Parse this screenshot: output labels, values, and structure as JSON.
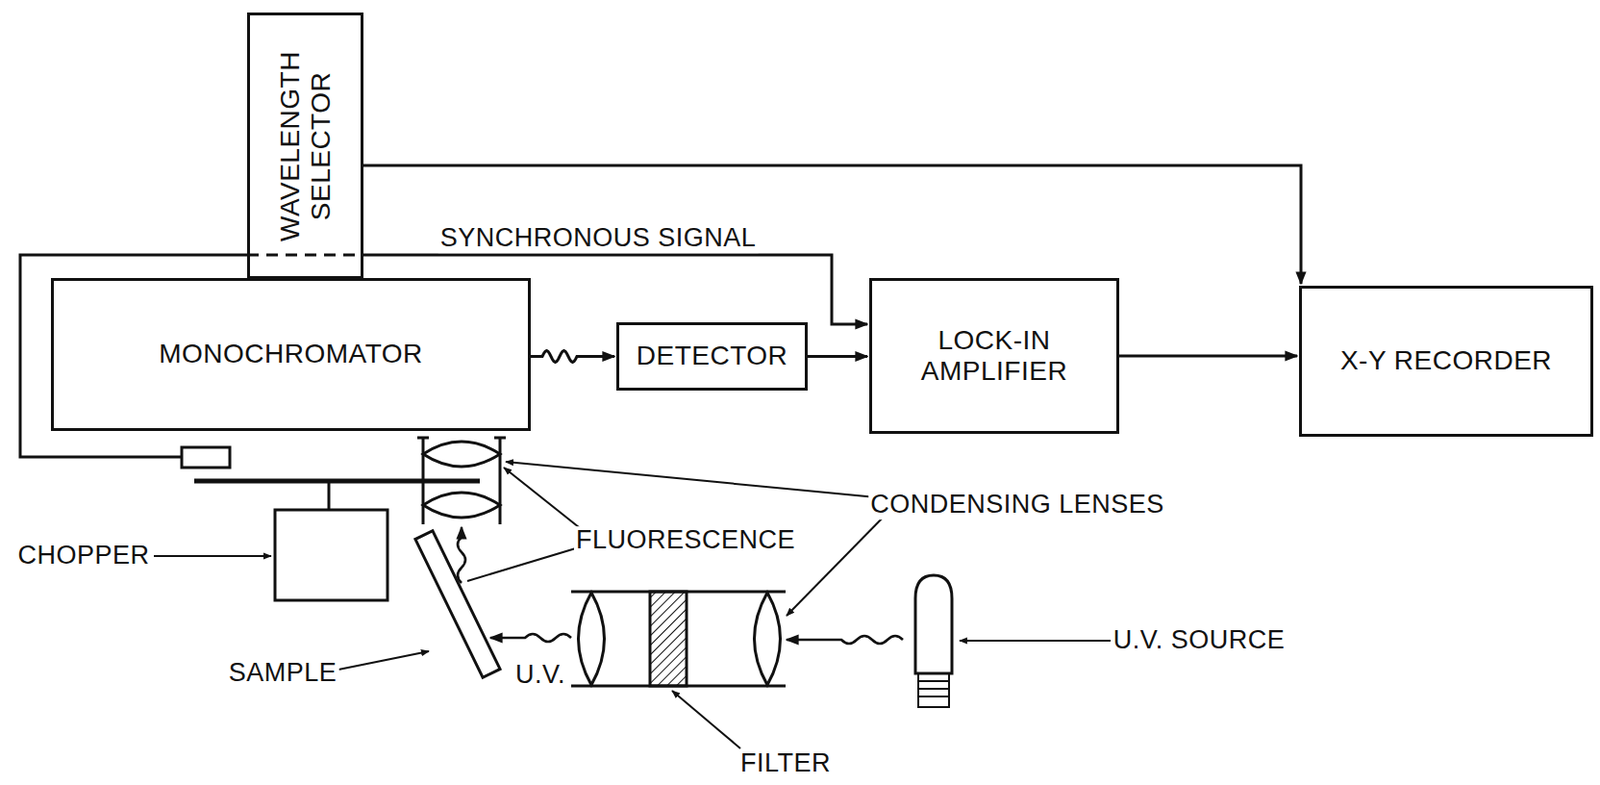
{
  "diagram": {
    "nodes": [
      {
        "text": [
          "WAVELENGTH SELECTOR"
        ]
      },
      {
        "text": [
          "MONOCHROMATOR"
        ]
      },
      {
        "text": [
          "DETECTOR"
        ]
      },
      {
        "text": [
          "LOCK-IN AMPLIFIER"
        ]
      },
      {
        "text": [
          "X-Y RECORDER"
        ]
      }
    ],
    "edges": [
      {
        "from": 0,
        "to": 4,
        "arrow": "to"
      },
      {
        "from": 1,
        "to": 2,
        "arrow": "to"
      },
      {
        "from": 2,
        "to": 3,
        "arrow": "to"
      },
      {
        "from": 3,
        "to": 4,
        "arrow": "to"
      }
    ],
    "labels": [
      "SYNCHRONOUS SIGNAL",
      "CHOPPER",
      "FLUORESCENCE",
      "CONDENSING LENSES",
      "SAMPLE",
      "U.V.",
      "FILTER",
      "U.V. SOURCE"
    ]
  }
}
